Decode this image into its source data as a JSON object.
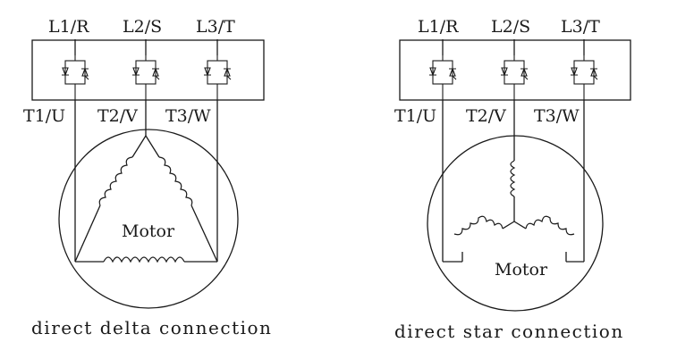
{
  "diagrams": [
    {
      "line_labels": [
        "L1/R",
        "L2/S",
        "L3/T"
      ],
      "terminal_labels": [
        "T1/U",
        "T2/V",
        "T3/W"
      ],
      "motor_label": "Motor",
      "caption": "direct delta connection"
    },
    {
      "line_labels": [
        "L1/R",
        "L2/S",
        "L3/T"
      ],
      "terminal_labels": [
        "T1/U",
        "T2/V",
        "T3/W"
      ],
      "motor_label": "Motor",
      "caption": "direct star connection"
    }
  ],
  "colors": {
    "ink": "#1a1a1a",
    "background": "#ffffff"
  }
}
